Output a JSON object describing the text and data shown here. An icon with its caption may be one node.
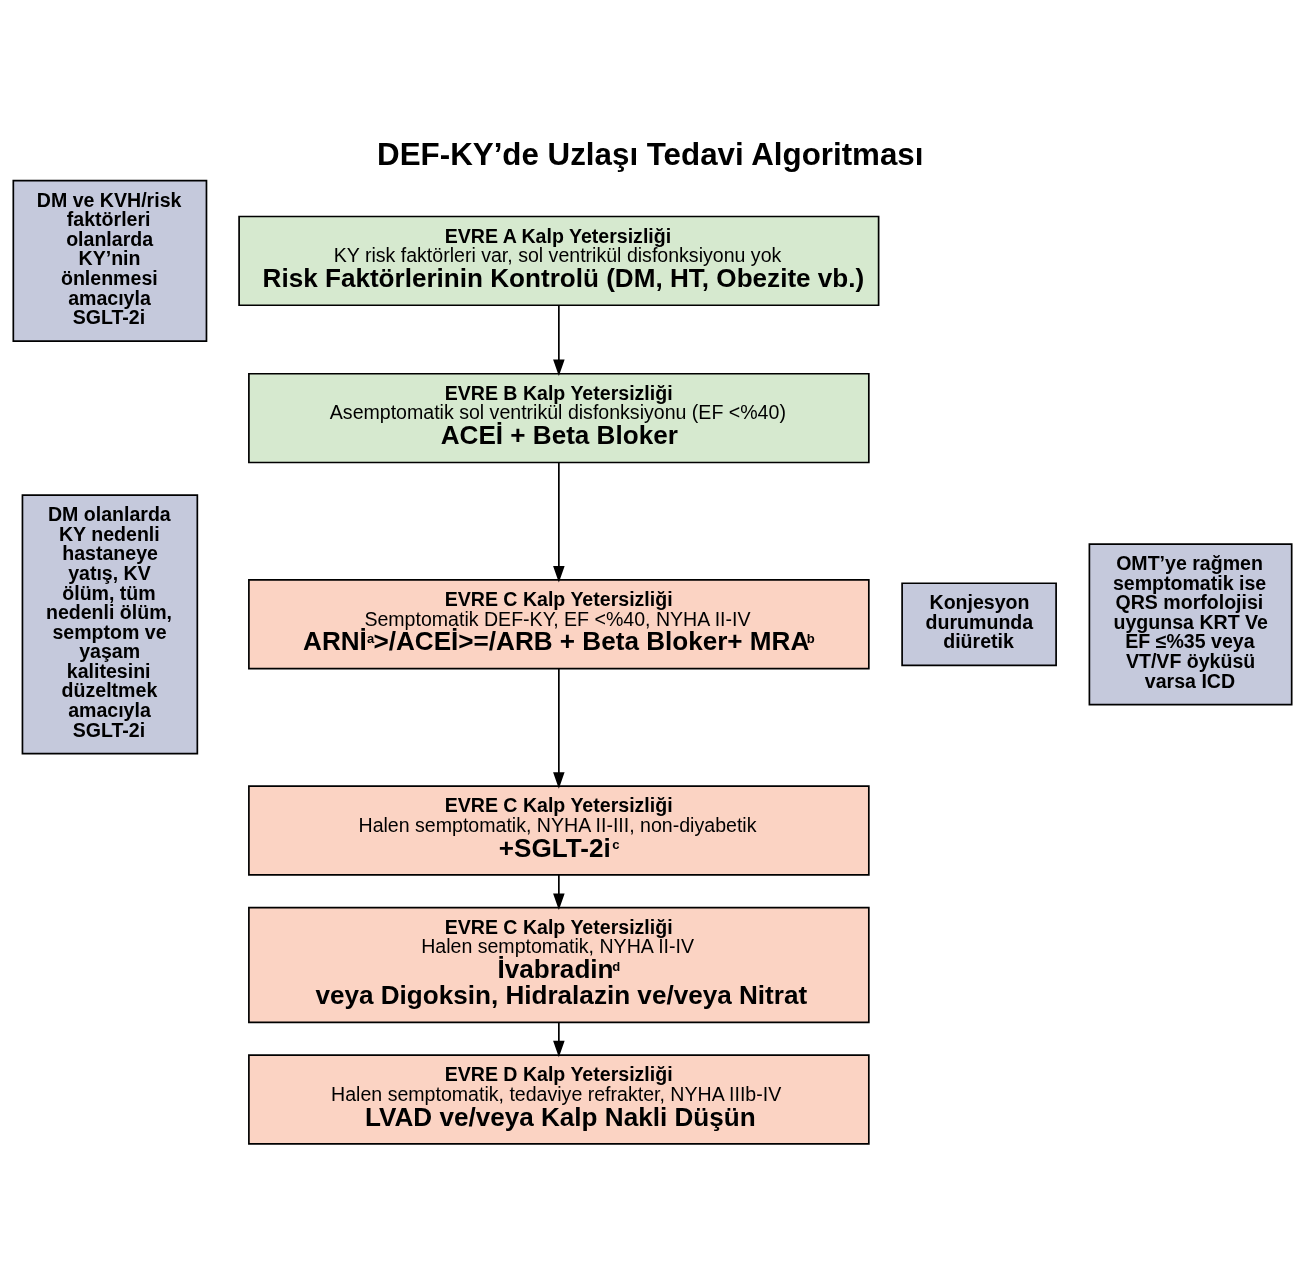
{
  "diagram": {
    "title": "DEF-KY’de Uzlaşı Tedavi Algoritması",
    "nodes": [
      {
        "text": [
          "DM ve KVH/risk faktörleri olanlarda KY’nin önlenmesi amacıyla SGLT-2i"
        ]
      },
      {
        "text": [
          "EVRE A Kalp Yetersizliği",
          "KY risk faktörleri var, sol ventrikül disfonksiyonu yok",
          "Risk Faktörlerinin Kontrolü (DM, HT, Obezite vb.)"
        ]
      },
      {
        "text": [
          "EVRE B Kalp Yetersizliği",
          "Asemptomatik sol ventrikül disfonksiyonu (EF <%40)",
          "ACEİ + Beta Bloker"
        ]
      },
      {
        "text": [
          "DM olanlarda KY nedenli hastaneye yatış, KV ölüm, tüm nedenli ölüm, semptom ve yaşam kalitesini düzeltmek amacıyla SGLT-2i"
        ]
      },
      {
        "text": [
          "EVRE C Kalp Yetersizliği",
          "Semptomatik DEF-KY, EF <%40, NYHA II-IV",
          "ARNİ$^{a}$>/ACEİ>=/ARB + Beta Bloker+ MRA$^{b}$"
        ]
      },
      {
        "text": [
          "EVRE C Kalp Yetersizliği",
          "Halen semptomatik, NYHA II-III, non-diyabetik",
          "+SGLT-2i$^{c}$"
        ]
      },
      {
        "text": [
          "EVRE C Kalp Yetersizliği",
          "Halen semptomatik, NYHA II-IV",
          "İvabradin$^{d}$",
          "veya Digoksin, Hidralazin ve/veya Nitrat"
        ]
      },
      {
        "text": [
          "EVRE D Kalp Yetersizliği",
          "Halen semptomatik, tedaviye refrakter, NYHA IIIb-IV",
          "LVAD ve/veya Kalp Nakli Düşün"
        ]
      },
      {
        "text": [
          "Konjesyon durumunda diüretik"
        ]
      },
      {
        "text": [
          "OMT’ye rağmen semptomatik ise QRS morfolojisi uygunsa KRT Ve EF ≤%35 veya VT/VF öyküsü varsa ICD"
        ]
      }
    ],
    "edges": [
      {
        "from": 1,
        "to": 2,
        "arrow": "to"
      },
      {
        "from": 2,
        "to": 4,
        "arrow": "to"
      },
      {
        "from": 4,
        "to": 5,
        "arrow": "to"
      },
      {
        "from": 5,
        "to": 6,
        "arrow": "to"
      },
      {
        "from": 6,
        "to": 7,
        "arrow": "to"
      }
    ]
  }
}
